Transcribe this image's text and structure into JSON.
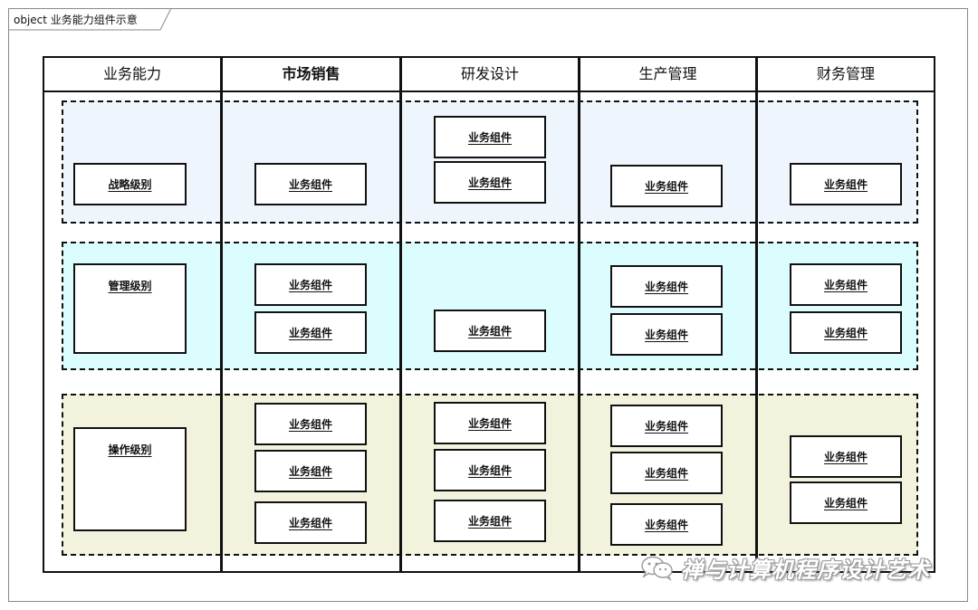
{
  "frame": {
    "title": "object 业务能力组件示意"
  },
  "bands": [
    {
      "name": "strategic",
      "color": "#eef5fd"
    },
    {
      "name": "management",
      "color": "#dcfdfe"
    },
    {
      "name": "operation",
      "color": "#f3f3dd"
    }
  ],
  "columns": [
    {
      "title": "业务能力"
    },
    {
      "title": "市场销售"
    },
    {
      "title": "研发设计"
    },
    {
      "title": "生产管理"
    },
    {
      "title": "财务管理"
    }
  ],
  "levels": {
    "strategic": "战略级别",
    "management": "管理级别",
    "operation": "操作级别"
  },
  "component_label": "业务组件",
  "components": [
    {
      "column": 2,
      "level": 1,
      "label": "业务组件"
    },
    {
      "column": 2,
      "level": 2,
      "label": "业务组件"
    },
    {
      "column": 2,
      "level": 2,
      "label": "业务组件"
    },
    {
      "column": 2,
      "level": 3,
      "label": "业务组件"
    },
    {
      "column": 2,
      "level": 3,
      "label": "业务组件"
    },
    {
      "column": 2,
      "level": 3,
      "label": "业务组件"
    },
    {
      "column": 3,
      "level": 1,
      "label": "业务组件"
    },
    {
      "column": 3,
      "level": 1,
      "label": "业务组件"
    },
    {
      "column": 3,
      "level": 2,
      "label": "业务组件"
    },
    {
      "column": 3,
      "level": 3,
      "label": "业务组件"
    },
    {
      "column": 3,
      "level": 3,
      "label": "业务组件"
    },
    {
      "column": 3,
      "level": 3,
      "label": "业务组件"
    },
    {
      "column": 4,
      "level": 1,
      "label": "业务组件"
    },
    {
      "column": 4,
      "level": 2,
      "label": "业务组件"
    },
    {
      "column": 4,
      "level": 2,
      "label": "业务组件"
    },
    {
      "column": 4,
      "level": 3,
      "label": "业务组件"
    },
    {
      "column": 4,
      "level": 3,
      "label": "业务组件"
    },
    {
      "column": 4,
      "level": 3,
      "label": "业务组件"
    },
    {
      "column": 5,
      "level": 1,
      "label": "业务组件"
    },
    {
      "column": 5,
      "level": 2,
      "label": "业务组件"
    },
    {
      "column": 5,
      "level": 2,
      "label": "业务组件"
    },
    {
      "column": 5,
      "level": 3,
      "label": "业务组件"
    },
    {
      "column": 5,
      "level": 3,
      "label": "业务组件"
    }
  ],
  "watermark": {
    "icon": "wechat-icon",
    "text": "禅与计算机程序设计艺术"
  }
}
